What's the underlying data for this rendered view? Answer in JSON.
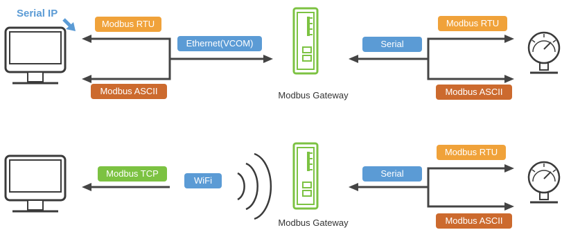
{
  "serial_ip": "Serial IP",
  "colors": {
    "orange": "#f0a23a",
    "rust": "#cc6a2e",
    "blue": "#5b9bd5",
    "green": "#7cc242",
    "line": "#444444",
    "device": "#7cc242"
  },
  "top_row": {
    "left_upper_label": "Modbus RTU",
    "left_lower_label": "Modbus ASCII",
    "link_label": "Ethernet(VCOM)",
    "gateway_caption": "Modbus Gateway",
    "serial_label": "Serial",
    "right_upper_label": "Modbus RTU",
    "right_lower_label": "Modbus ASCII"
  },
  "bottom_row": {
    "tcp_label": "Modbus TCP",
    "wifi_label": "WiFi",
    "gateway_caption": "Modbus Gateway",
    "serial_label": "Serial",
    "right_upper_label": "Modbus RTU",
    "right_lower_label": "Modbus ASCII"
  },
  "icons": [
    "monitor-icon",
    "arrow-icon",
    "wireless-signal-icon",
    "gateway-device-icon",
    "pressure-gauge-icon"
  ]
}
